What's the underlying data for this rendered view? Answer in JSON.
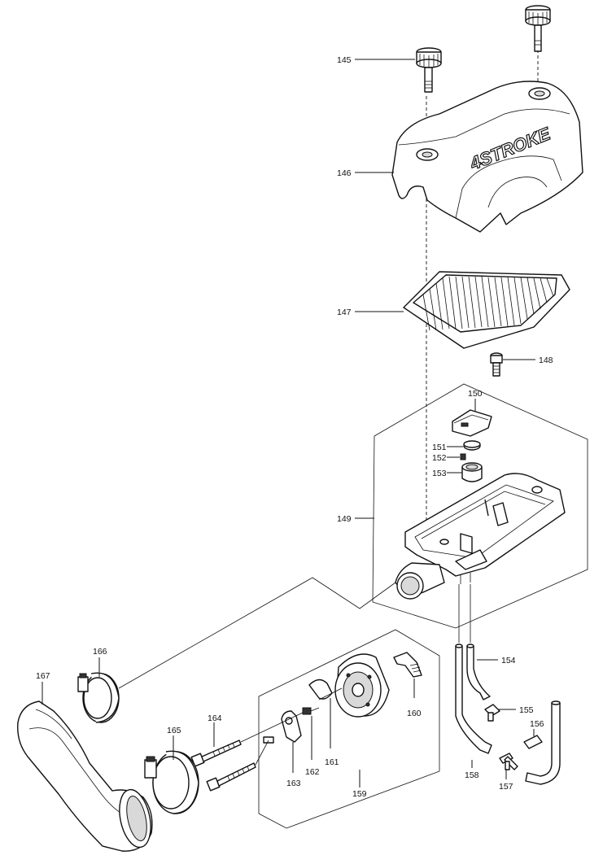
{
  "diagram": {
    "cover_text": "4STROKE",
    "labels": {
      "p145": "145",
      "p146": "146",
      "p147": "147",
      "p148": "148",
      "p149": "149",
      "p150": "150",
      "p151": "151",
      "p152": "152",
      "p153": "153",
      "p154": "154",
      "p155": "155",
      "p156": "156",
      "p157": "157",
      "p158": "158",
      "p159": "159",
      "p160": "160",
      "p161": "161",
      "p162": "162",
      "p163": "163",
      "p164": "164",
      "p165": "165",
      "p166": "166",
      "p167": "167"
    }
  }
}
